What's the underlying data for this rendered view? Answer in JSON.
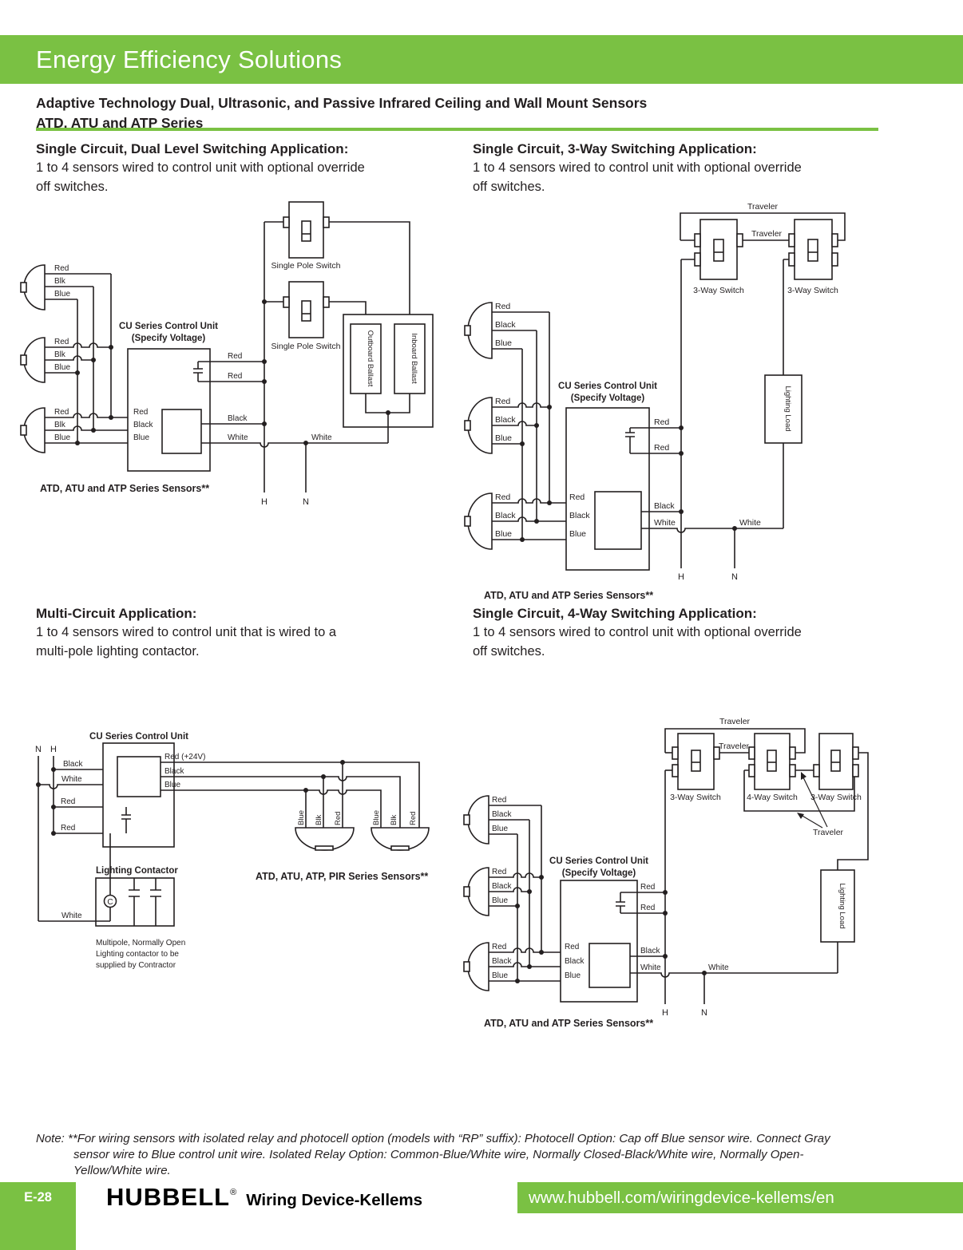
{
  "page": {
    "header_title": "Energy Efficiency Solutions",
    "subtitle_line1": "Adaptive Technology Dual, Ultrasonic, and Passive Infrared Ceiling and Wall Mount Sensors",
    "subtitle_line2": "ATD, ATU and ATP Series",
    "accent_color": "#7ac143"
  },
  "sections": {
    "dual_level": {
      "heading": "Single Circuit, Dual Level Switching Application:",
      "body1": "1 to 4 sensors wired to control unit with optional override",
      "body2": "off switches."
    },
    "three_way": {
      "heading": "Single Circuit, 3-Way Switching Application:",
      "body1": "1 to 4 sensors wired to control unit with optional override",
      "body2": "off switches."
    },
    "multi_circuit": {
      "heading": "Multi-Circuit Application:",
      "body1": "1 to 4 sensors wired to control unit that is wired to a",
      "body2": "multi-pole lighting contactor."
    },
    "four_way": {
      "heading": "Single Circuit, 4-Way Switching Application:",
      "body1": "1 to 4 sensors wired to control unit with optional override",
      "body2": "off switches."
    }
  },
  "d1": {
    "sensors": [
      [
        "Red",
        "Blk",
        "Blue"
      ],
      [
        "Red",
        "Blk",
        "Blue"
      ],
      [
        "Red",
        "Blk",
        "Blue"
      ]
    ],
    "cu1": "CU Series Control Unit",
    "cu2": "(Specify Voltage)",
    "in": [
      "Red",
      "Black",
      "Blue"
    ],
    "red1": "Red",
    "red2": "Red",
    "black": "Black",
    "white": "White",
    "white2": "White",
    "sw1": "Single Pole Switch",
    "sw2": "Single Pole Switch",
    "outboard": "Outboard Ballast",
    "inboard": "Inboard Ballast",
    "h": "H",
    "n": "N",
    "caption": "ATD, ATU and ATP Series Sensors**"
  },
  "d2": {
    "sensors": [
      [
        "Red",
        "Black",
        "Blue"
      ],
      [
        "Red",
        "Black",
        "Blue"
      ],
      [
        "Red",
        "Black",
        "Blue"
      ]
    ],
    "cu1": "CU Series Control Unit",
    "cu2": "(Specify Voltage)",
    "in": [
      "Red",
      "Black",
      "Blue"
    ],
    "red1": "Red",
    "red2": "Red",
    "black": "Black",
    "white": "White",
    "white2": "White",
    "trav1": "Traveler",
    "trav2": "Traveler",
    "sw1": "3-Way Switch",
    "sw2": "3-Way Switch",
    "load": "Lighting Load",
    "h": "H",
    "n": "N",
    "caption": "ATD, ATU and ATP Series Sensors**"
  },
  "d3": {
    "n": "N",
    "h": "H",
    "black": "Black",
    "white": "White",
    "red1": "Red",
    "red2": "Red",
    "white2": "White",
    "cu": "CU Series Control Unit",
    "bus_red": "Red (+24V)",
    "bus_black": "Black",
    "bus_blue": "Blue",
    "contactor": "Lighting Contactor",
    "c": "C",
    "sensor1": [
      "Blue",
      "Blk",
      "Red"
    ],
    "sensor2": [
      "Blue",
      "Blk",
      "Red"
    ],
    "caption": "ATD, ATU, ATP, PIR Series Sensors**",
    "note1": "Multipole, Normally Open",
    "note2": "Lighting contactor to be",
    "note3": "supplied by Contractor"
  },
  "d4": {
    "sensors": [
      [
        "Red",
        "Black",
        "Blue"
      ],
      [
        "Red",
        "Black",
        "Blue"
      ],
      [
        "Red",
        "Black",
        "Blue"
      ]
    ],
    "cu1": "CU Series Control Unit",
    "cu2": "(Specify Voltage)",
    "in": [
      "Red",
      "Black",
      "Blue"
    ],
    "red1": "Red",
    "red2": "Red",
    "black": "Black",
    "white": "White",
    "white2": "White",
    "trav1": "Traveler",
    "trav2": "Traveler",
    "trav3": "Traveler",
    "sw1": "3-Way Switch",
    "sw2": "4-Way Switch",
    "sw3": "3-Way Switch",
    "load": "Lighting Load",
    "h": "H",
    "n": "N",
    "caption": "ATD, ATU and ATP Series Sensors**"
  },
  "note": {
    "label": "Note:",
    "line1": "**For wiring sensors with isolated relay and photocell option (models with “RP” suffix):  Photocell Option: Cap off Blue sensor wire. Connect Gray",
    "line2": "sensor wire to Blue control unit wire. Isolated Relay Option:  Common-Blue/White wire, Normally Closed-Black/White wire, Normally Open-",
    "line3": "Yellow/White wire."
  },
  "footer": {
    "page_number": "E-28",
    "brand": "HUBBELL",
    "registered": "®",
    "brand_suffix": "Wiring Device-Kellems",
    "url": "www.hubbell.com/wiringdevice-kellems/en"
  }
}
